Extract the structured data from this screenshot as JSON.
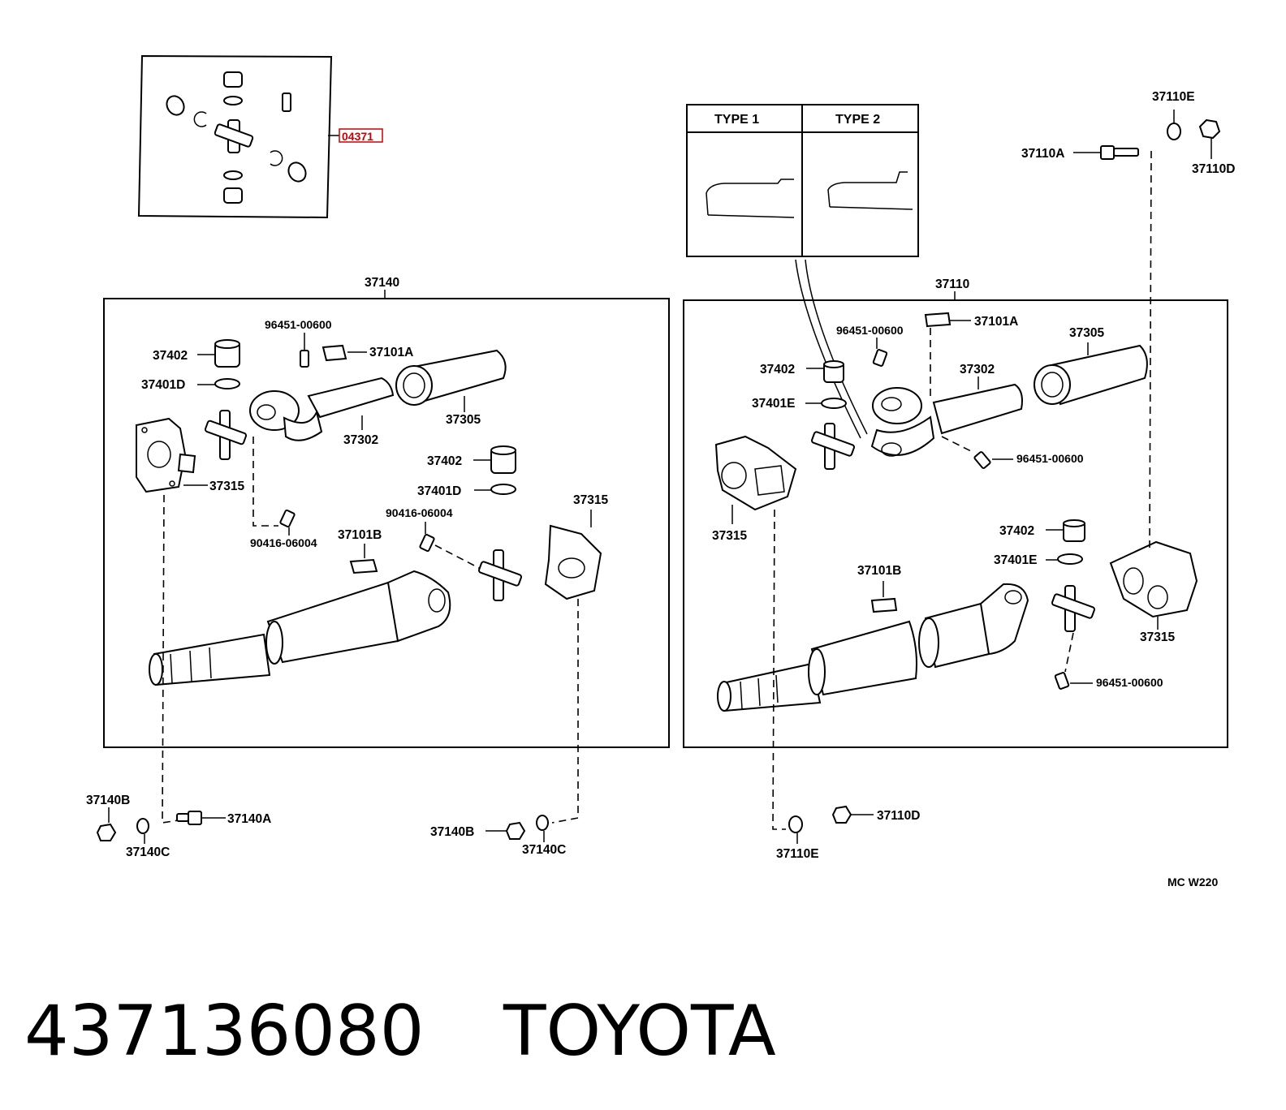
{
  "kit": {
    "ref_label": "04371"
  },
  "type_table": {
    "type1": "TYPE 1",
    "type2": "TYPE 2"
  },
  "left_assembly": {
    "title": "37140",
    "labels": {
      "p96451_top": "96451-00600",
      "p37101a": "37101A",
      "p37402_a": "37402",
      "p37401d_a": "37401D",
      "p37302": "37302",
      "p37305": "37305",
      "p37315_a": "37315",
      "p37402_b": "37402",
      "p37401d_b": "37401D",
      "p90416_a": "90416-06004",
      "p90416_b": "90416-06004",
      "p37101b": "37101B",
      "p37315_b": "37315"
    }
  },
  "right_assembly": {
    "title": "37110",
    "labels": {
      "p96451_top": "96451-00600",
      "p37101a": "37101A",
      "p37305": "37305",
      "p37402_a": "37402",
      "p37302": "37302",
      "p37401e_a": "37401E",
      "p96451_mid": "96451-00600",
      "p37315_a": "37315",
      "p37402_b": "37402",
      "p37401e_b": "37401E",
      "p37101b": "37101B",
      "p37315_b": "37315",
      "p96451_low": "96451-00600"
    }
  },
  "outside_labels": {
    "p37110e_top": "37110E",
    "p37110a": "37110A",
    "p37110d_top": "37110D",
    "p37140b_left": "37140B",
    "p37140a": "37140A",
    "p37140c_left": "37140C",
    "p37140b_mid": "37140B",
    "p37140c_mid": "37140C",
    "p37110d_bottom": "37110D",
    "p37110e_bottom": "37110E"
  },
  "diagram_code": "MC  W220",
  "part_number": "437136080",
  "brand": "TOYOTA"
}
